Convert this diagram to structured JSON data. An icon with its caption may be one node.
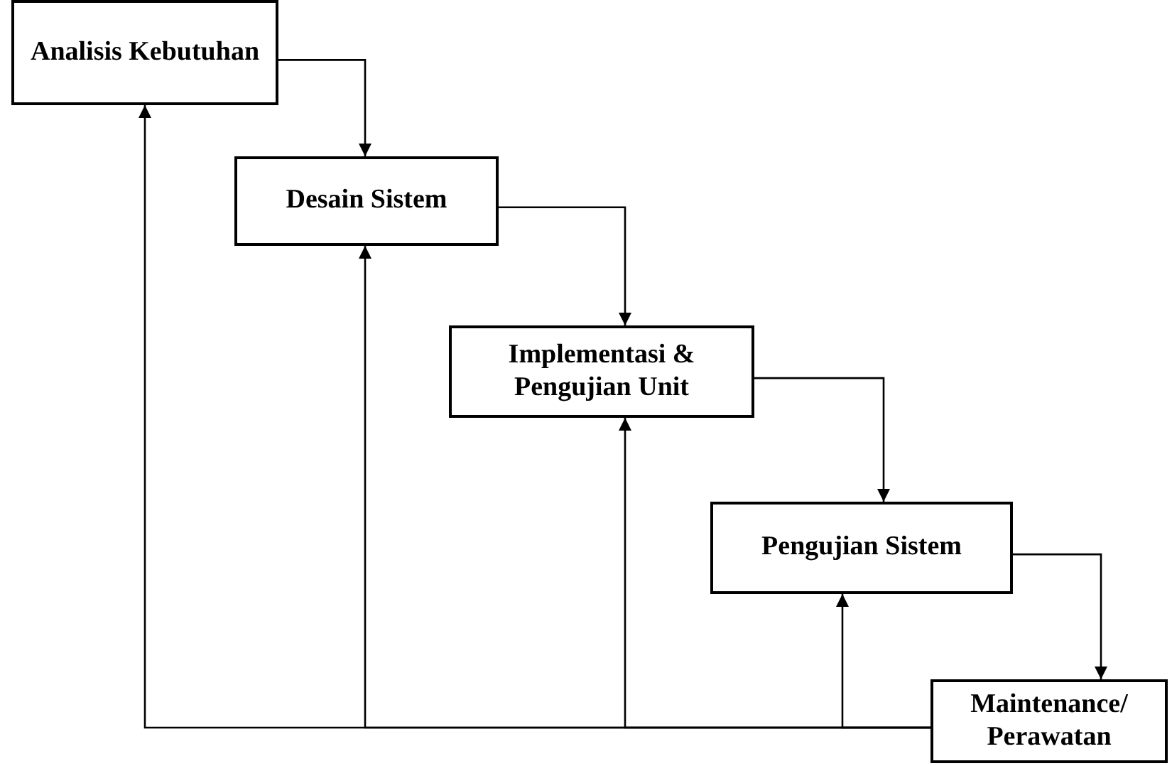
{
  "diagram": {
    "nodes": [
      {
        "text": [
          "Analisis Kebutuhan"
        ]
      },
      {
        "text": [
          "Desain Sistem"
        ]
      },
      {
        "text": [
          "Implementasi & Pengujian Unit"
        ]
      },
      {
        "text": [
          "Pengujian Sistem"
        ]
      },
      {
        "text": [
          "Maintenance/ Perawatan"
        ]
      }
    ],
    "edges": [
      {
        "from": 0,
        "to": 1,
        "arrow": "to"
      },
      {
        "from": 1,
        "to": 2,
        "arrow": "to"
      },
      {
        "from": 2,
        "to": 3,
        "arrow": "to"
      },
      {
        "from": 3,
        "to": 4,
        "arrow": "to"
      },
      {
        "from": 4,
        "to": 0,
        "arrow": "to"
      },
      {
        "from": 4,
        "to": 1,
        "arrow": "to"
      },
      {
        "from": 4,
        "to": 2,
        "arrow": "to"
      },
      {
        "from": 4,
        "to": 3,
        "arrow": "to"
      }
    ]
  }
}
